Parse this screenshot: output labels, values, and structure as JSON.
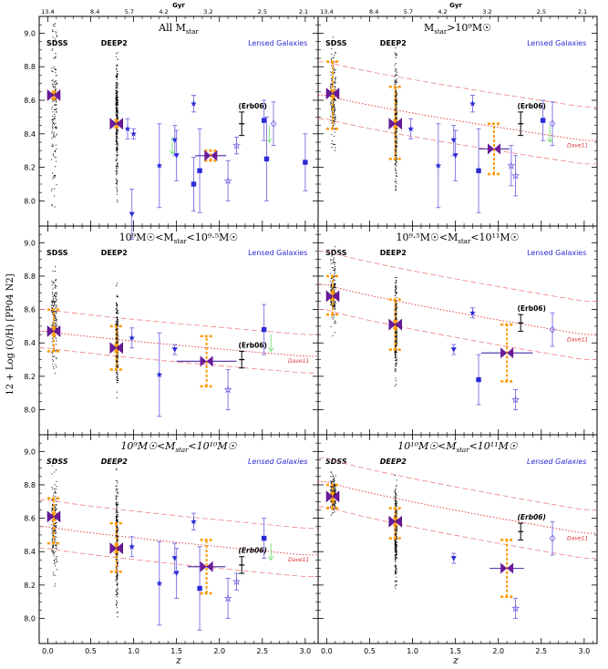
{
  "figure": {
    "ylabel": "12 + Log (O/H) [PP04 N2]",
    "xlabel": "z",
    "top_axis_label": "Gyr",
    "top_ticks": [
      "13.4",
      "8.4",
      "5.7",
      "4.2",
      "3.2",
      "2.5",
      "2.1"
    ],
    "x_ticks": [
      "0.0",
      "0.5",
      "1.0",
      "1.5",
      "2.0",
      "2.5",
      "3.0"
    ],
    "y_ticks": [
      "8.0",
      "8.2",
      "8.4",
      "8.6",
      "8.8",
      "9.0"
    ]
  },
  "chart_data": [
    {
      "type": "scatter",
      "panel": "All Mstar",
      "title": "All M",
      "title_sub": "star",
      "title_rest": "",
      "labels": {
        "sdss": "SDSS",
        "deep2": "DEEP2",
        "lensed": "Lensed Galaxies",
        "erb": "(Erb06)",
        "dave": ""
      },
      "xlim": [
        -0.1,
        3.15
      ],
      "ylim": [
        7.85,
        9.1
      ],
      "sdss": {
        "x": 0.07,
        "y": 8.63,
        "spread": [
          8.12,
          8.97
        ]
      },
      "deep2": {
        "x": 0.8,
        "y": 8.46,
        "spread": [
          8.17,
          8.77
        ]
      },
      "mean_point": {
        "x": 1.9,
        "y": 8.27,
        "xerr": 0.18,
        "yerr": 0.03
      },
      "erb06": {
        "x": 2.26,
        "y": 8.46,
        "err": 0.07
      },
      "model": null,
      "lensed_points": [
        {
          "x": 0.93,
          "y": 8.43,
          "err": 0.06,
          "m": "star"
        },
        {
          "x": 1.0,
          "y": 8.4,
          "err": 0.03,
          "m": "star"
        },
        {
          "x": 0.98,
          "y": 7.92,
          "err": 0.15,
          "m": "tri"
        },
        {
          "x": 1.3,
          "y": 8.21,
          "err": 0.25,
          "m": "star"
        },
        {
          "x": 1.48,
          "y": 8.36,
          "err": 0.09,
          "m": "tri"
        },
        {
          "x": 1.5,
          "y": 8.27,
          "err": 0.15,
          "m": "tri"
        },
        {
          "x": 1.7,
          "y": 8.58,
          "err": 0.05,
          "m": "star"
        },
        {
          "x": 1.7,
          "y": 8.1,
          "err": 0.16,
          "m": "sq"
        },
        {
          "x": 1.77,
          "y": 8.18,
          "err": 0.25,
          "m": "sq"
        },
        {
          "x": 2.1,
          "y": 8.12,
          "err": 0.12,
          "m": "ostar"
        },
        {
          "x": 2.2,
          "y": 8.33,
          "err": 0.05,
          "m": "ostar"
        },
        {
          "x": 2.52,
          "y": 8.48,
          "err": 0.12,
          "m": "sq"
        },
        {
          "x": 2.55,
          "y": 8.25,
          "err": 0.25,
          "m": "sq"
        },
        {
          "x": 2.63,
          "y": 8.46,
          "err": 0.13,
          "m": "odiam"
        },
        {
          "x": 3.0,
          "y": 8.23,
          "err": 0.17,
          "m": "sq"
        }
      ],
      "arrows": [
        {
          "x": 2.58,
          "y": 8.45
        },
        {
          "x": 1.45,
          "y": 8.38
        }
      ]
    },
    {
      "type": "scatter",
      "panel": "Mstar>1e9",
      "title": "M",
      "title_sub": "star",
      "title_rest": ">10⁹M☉",
      "labels": {
        "sdss": "SDSS",
        "deep2": "DEEP2",
        "lensed": "Lensed Galaxies",
        "erb": "(Erb06)",
        "dave": "Dave11"
      },
      "xlim": [
        -0.1,
        3.15
      ],
      "ylim": [
        7.85,
        9.1
      ],
      "sdss": {
        "x": 0.07,
        "y": 8.64,
        "spread": [
          8.35,
          8.85
        ],
        "box": [
          8.43,
          8.83
        ]
      },
      "deep2": {
        "x": 0.8,
        "y": 8.46,
        "spread": [
          8.17,
          8.77
        ],
        "box": [
          8.25,
          8.68
        ]
      },
      "mean_point": {
        "x": 1.95,
        "y": 8.31,
        "xerr": 0.18,
        "yerr": 0.15
      },
      "erb06": {
        "x": 2.26,
        "y": 8.46,
        "err": 0.07
      },
      "model": {
        "z0": 8.63,
        "z3": 8.36,
        "up": 0.2,
        "dn": 0.14
      },
      "lensed_points": [
        {
          "x": 0.98,
          "y": 8.43,
          "err": 0.06,
          "m": "star"
        },
        {
          "x": 1.3,
          "y": 8.21,
          "err": 0.25,
          "m": "star"
        },
        {
          "x": 1.48,
          "y": 8.36,
          "err": 0.09,
          "m": "tri"
        },
        {
          "x": 1.5,
          "y": 8.27,
          "err": 0.15,
          "m": "tri"
        },
        {
          "x": 1.7,
          "y": 8.58,
          "err": 0.05,
          "m": "star"
        },
        {
          "x": 1.77,
          "y": 8.18,
          "err": 0.25,
          "m": "sq"
        },
        {
          "x": 2.15,
          "y": 8.21,
          "err": 0.12,
          "m": "ostar"
        },
        {
          "x": 2.2,
          "y": 8.15,
          "err": 0.12,
          "m": "ostar"
        },
        {
          "x": 2.52,
          "y": 8.48,
          "err": 0.12,
          "m": "sq"
        },
        {
          "x": 2.63,
          "y": 8.46,
          "err": 0.13,
          "m": "odiam"
        }
      ],
      "arrows": [
        {
          "x": 2.6,
          "y": 8.45
        }
      ]
    },
    {
      "type": "scatter",
      "panel": "1e9<Mstar<1e9.5",
      "title": "10⁹M☉<M",
      "title_sub": "star",
      "title_rest": "<10⁹·⁵M☉",
      "labels": {
        "sdss": "SDSS",
        "deep2": "DEEP2",
        "lensed": "Lensed Galaxies",
        "erb": "(Erb06)",
        "dave": "Dave11"
      },
      "xlim": [
        -0.1,
        3.15
      ],
      "ylim": [
        7.85,
        9.1
      ],
      "sdss": {
        "x": 0.07,
        "y": 8.47,
        "spread": [
          8.33,
          8.8
        ],
        "box": [
          8.35,
          8.6
        ]
      },
      "deep2": {
        "x": 0.8,
        "y": 8.37,
        "spread": [
          8.2,
          8.63
        ],
        "box": [
          8.24,
          8.5
        ]
      },
      "mean_point": {
        "x": 1.85,
        "y": 8.29,
        "xerr": 0.35,
        "yerr": 0.15
      },
      "erb06": {
        "x": 2.26,
        "y": 8.3,
        "err": 0.05
      },
      "model": {
        "z0": 8.47,
        "z3": 8.32,
        "up": 0.13,
        "dn": 0.1
      },
      "lensed_points": [
        {
          "x": 0.98,
          "y": 8.43,
          "err": 0.06,
          "m": "star"
        },
        {
          "x": 1.3,
          "y": 8.21,
          "err": 0.25,
          "m": "star"
        },
        {
          "x": 1.48,
          "y": 8.36,
          "err": 0.03,
          "m": "tri"
        },
        {
          "x": 2.1,
          "y": 8.12,
          "err": 0.12,
          "m": "ostar"
        },
        {
          "x": 2.52,
          "y": 8.48,
          "err": 0.15,
          "m": "sq"
        }
      ],
      "arrows": [
        {
          "x": 2.6,
          "y": 8.45
        }
      ]
    },
    {
      "type": "scatter",
      "panel": "1e9.5<Mstar<1e11",
      "title": "10⁹·⁵M☉<M",
      "title_sub": "star",
      "title_rest": "<10¹¹M☉",
      "labels": {
        "sdss": "SDSS",
        "deep2": "DEEP2",
        "lensed": "Lensed Galaxies",
        "erb": "(Erb06)",
        "dave": "Dave11"
      },
      "xlim": [
        -0.1,
        3.15
      ],
      "ylim": [
        7.85,
        9.1
      ],
      "sdss": {
        "x": 0.07,
        "y": 8.68,
        "spread": [
          8.55,
          8.88
        ],
        "box": [
          8.57,
          8.8
        ]
      },
      "deep2": {
        "x": 0.8,
        "y": 8.51,
        "spread": [
          8.28,
          8.72
        ],
        "box": [
          8.36,
          8.66
        ]
      },
      "mean_point": {
        "x": 2.1,
        "y": 8.34,
        "xerr": 0.3,
        "yerr": 0.17
      },
      "erb06": {
        "x": 2.26,
        "y": 8.52,
        "err": 0.05
      },
      "model": {
        "z0": 8.75,
        "z3": 8.45,
        "up": 0.2,
        "dn": 0.15
      },
      "lensed_points": [
        {
          "x": 1.48,
          "y": 8.36,
          "err": 0.03,
          "m": "tri"
        },
        {
          "x": 1.7,
          "y": 8.58,
          "err": 0.03,
          "m": "star"
        },
        {
          "x": 1.77,
          "y": 8.18,
          "err": 0.15,
          "m": "sq"
        },
        {
          "x": 2.2,
          "y": 8.06,
          "err": 0.06,
          "m": "ostar"
        },
        {
          "x": 2.63,
          "y": 8.48,
          "err": 0.1,
          "m": "odiam"
        }
      ],
      "arrows": []
    },
    {
      "type": "scatter",
      "panel": "1e9<Mstar<1e10",
      "title": "10⁹M☉<M",
      "title_sub": "star",
      "title_rest": "<10¹⁰M☉",
      "labels": {
        "sdss": "SDSS",
        "deep2": "DEEP2",
        "lensed": "Lensed Galaxies",
        "erb": "(Erb06)",
        "dave": "Dave11"
      },
      "xlim": [
        -0.1,
        3.15
      ],
      "ylim": [
        7.85,
        9.1
      ],
      "sdss": {
        "x": 0.07,
        "y": 8.61,
        "spread": [
          8.3,
          8.84
        ],
        "box": [
          8.45,
          8.72
        ]
      },
      "deep2": {
        "x": 0.8,
        "y": 8.42,
        "spread": [
          8.17,
          8.76
        ],
        "box": [
          8.28,
          8.57
        ]
      },
      "mean_point": {
        "x": 1.85,
        "y": 8.31,
        "xerr": 0.22,
        "yerr": 0.16
      },
      "erb06": {
        "x": 2.26,
        "y": 8.32,
        "err": 0.05
      },
      "model": {
        "z0": 8.55,
        "z3": 8.38,
        "up": 0.16,
        "dn": 0.13
      },
      "lensed_points": [
        {
          "x": 0.98,
          "y": 8.43,
          "err": 0.06,
          "m": "star"
        },
        {
          "x": 1.3,
          "y": 8.21,
          "err": 0.25,
          "m": "star"
        },
        {
          "x": 1.48,
          "y": 8.36,
          "err": 0.09,
          "m": "tri"
        },
        {
          "x": 1.5,
          "y": 8.27,
          "err": 0.15,
          "m": "tri"
        },
        {
          "x": 1.7,
          "y": 8.58,
          "err": 0.05,
          "m": "star"
        },
        {
          "x": 1.77,
          "y": 8.18,
          "err": 0.25,
          "m": "sq"
        },
        {
          "x": 2.1,
          "y": 8.12,
          "err": 0.12,
          "m": "ostar"
        },
        {
          "x": 2.2,
          "y": 8.22,
          "err": 0.05,
          "m": "ostar"
        },
        {
          "x": 2.52,
          "y": 8.48,
          "err": 0.12,
          "m": "sq"
        }
      ],
      "arrows": [
        {
          "x": 2.6,
          "y": 8.45
        }
      ]
    },
    {
      "type": "scatter",
      "panel": "1e10<Mstar<1e11",
      "title": "10¹⁰M☉<M",
      "title_sub": "star",
      "title_rest": "<10¹¹M☉",
      "labels": {
        "sdss": "SDSS",
        "deep2": "DEEP2",
        "lensed": "Lensed Galaxies",
        "erb": "(Erb06)",
        "dave": "Dave11"
      },
      "xlim": [
        -0.1,
        3.15
      ],
      "ylim": [
        7.85,
        9.1
      ],
      "sdss": {
        "x": 0.07,
        "y": 8.73,
        "spread": [
          8.65,
          8.84
        ],
        "box": [
          8.66,
          8.8
        ]
      },
      "deep2": {
        "x": 0.8,
        "y": 8.58,
        "spread": [
          8.3,
          8.75
        ],
        "box": [
          8.48,
          8.66
        ]
      },
      "mean_point": {
        "x": 2.1,
        "y": 8.3,
        "xerr": 0.2,
        "yerr": 0.17
      },
      "erb06": {
        "x": 2.26,
        "y": 8.52,
        "err": 0.05
      },
      "model": {
        "z0": 8.82,
        "z3": 8.51,
        "up": 0.14,
        "dn": 0.15
      },
      "lensed_points": [
        {
          "x": 1.48,
          "y": 8.36,
          "err": 0.03,
          "m": "tri"
        },
        {
          "x": 2.2,
          "y": 8.06,
          "err": 0.06,
          "m": "ostar"
        },
        {
          "x": 2.63,
          "y": 8.48,
          "err": 0.1,
          "m": "odiam"
        }
      ],
      "arrows": []
    }
  ]
}
